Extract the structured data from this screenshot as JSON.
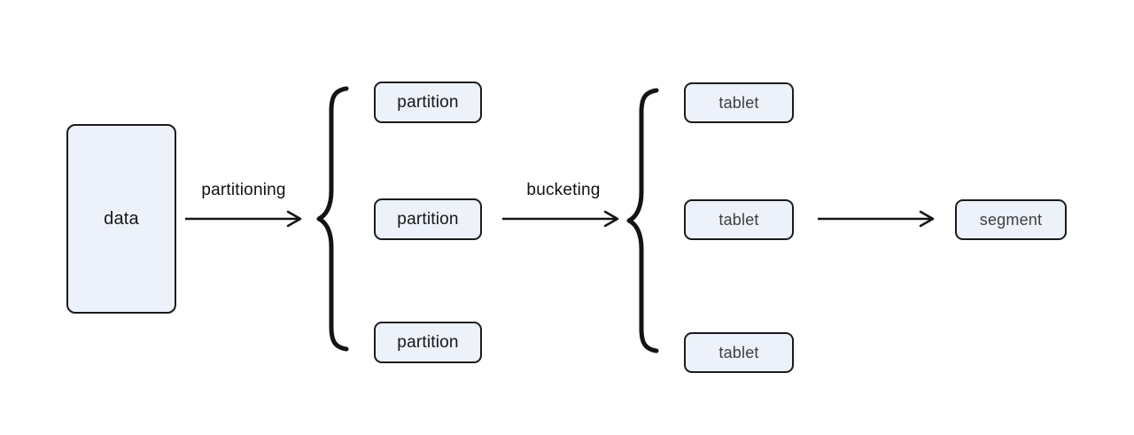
{
  "diagram": {
    "nodes": {
      "data": {
        "label": "data"
      },
      "partitions": [
        {
          "label": "partition"
        },
        {
          "label": "partition"
        },
        {
          "label": "partition"
        }
      ],
      "tablets": [
        {
          "label": "tablet"
        },
        {
          "label": "tablet"
        },
        {
          "label": "tablet"
        }
      ],
      "segment": {
        "label": "segment"
      }
    },
    "arrows": {
      "partitioning": {
        "label": "partitioning"
      },
      "bucketing": {
        "label": "bucketing"
      },
      "to_segment": {
        "label": ""
      }
    },
    "icons": {
      "partition_brace": "left-curly-brace",
      "tablet_brace": "left-curly-brace",
      "arrow": "right-arrow"
    },
    "colors": {
      "node_fill": "#edf1fa",
      "node_border": "#1b1b1b",
      "line": "#141414",
      "label_text": "#111111",
      "node_text": "#161616",
      "muted_node_text": "#3f3f3f"
    }
  }
}
